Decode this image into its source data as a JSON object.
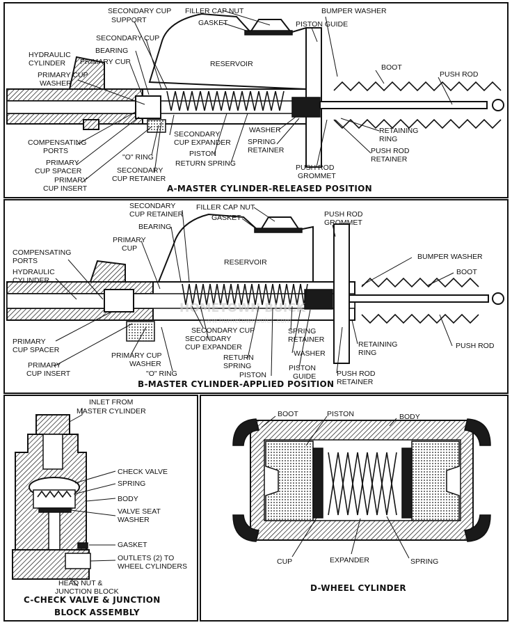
{
  "panel_a": {
    "caption": "A-MASTER CYLINDER-RELEASED POSITION",
    "labels": {
      "filler_cap_nut": "FILLER CAP NUT",
      "gasket": "GASKET",
      "secondary_cup_support_1": "SECONDARY CUP",
      "secondary_cup_support_2": "SUPPORT",
      "secondary_cup": "SECONDARY CUP",
      "bearing": "BEARING",
      "primary_cup": "PRIMARY CUP",
      "hydraulic_cylinder_1": "HYDRAULIC",
      "hydraulic_cylinder_2": "CYLINDER",
      "primary_cup_washer_1": "PRIMARY CUP",
      "primary_cup_washer_2": "WASHER",
      "reservoir": "RESERVOIR",
      "bumper_washer": "BUMPER WASHER",
      "piston_guide": "PISTON GUIDE",
      "boot": "BOOT",
      "push_rod": "PUSH ROD",
      "compensating_ports_1": "COMPENSATING",
      "compensating_ports_2": "PORTS",
      "primary_cup_spacer_1": "PRIMARY",
      "primary_cup_spacer_2": "CUP SPACER",
      "primary_cup_insert_1": "PRIMARY",
      "primary_cup_insert_2": "CUP INSERT",
      "o_ring": "\"O\" RING",
      "secondary_cup_retainer_1": "SECONDARY",
      "secondary_cup_retainer_2": "CUP RETAINER",
      "secondary_cup_expander_1": "SECONDARY",
      "secondary_cup_expander_2": "CUP EXPANDER",
      "piston": "PISTON",
      "return_spring": "RETURN SPRING",
      "washer": "WASHER",
      "spring_retainer_1": "SPRING",
      "spring_retainer_2": "RETAINER",
      "push_rod_grommet_1": "PUSH ROD",
      "push_rod_grommet_2": "GROMMET",
      "retaining_ring_1": "RETAINING",
      "retaining_ring_2": "RING",
      "push_rod_retainer_1": "PUSH ROD",
      "push_rod_retainer_2": "RETAINER"
    }
  },
  "panel_b": {
    "caption": "B-MASTER CYLINDER-APPLIED POSITION",
    "labels": {
      "secondary_cup_retainer_1": "SECONDARY",
      "secondary_cup_retainer_2": "CUP RETAINER",
      "filler_cap_nut": "FILLER CAP NUT",
      "gasket": "GASKET",
      "bearing": "BEARING",
      "primary_cup_1": "PRIMARY",
      "primary_cup_2": "CUP",
      "push_rod_grommet_1": "PUSH ROD",
      "push_rod_grommet_2": "GROMMET",
      "compensating_ports_1": "COMPENSATING",
      "compensating_ports_2": "PORTS",
      "hydraulic_cylinder_1": "HYDRAULIC",
      "hydraulic_cylinder_2": "CYLINDER",
      "reservoir": "RESERVOIR",
      "bumper_washer": "BUMPER WASHER",
      "boot": "BOOT",
      "primary_cup_spacer_1": "PRIMARY",
      "primary_cup_spacer_2": "CUP SPACER",
      "primary_cup_insert_1": "PRIMARY",
      "primary_cup_insert_2": "CUP INSERT",
      "primary_cup_washer_1": "PRIMARY CUP",
      "primary_cup_washer_2": "WASHER",
      "o_ring": "\"O\" RING",
      "secondary_cup": "SECONDARY CUP",
      "secondary_cup_expander_1": "SECONDARY",
      "secondary_cup_expander_2": "CUP EXPANDER",
      "return_spring_1": "RETURN",
      "return_spring_2": "SPRING",
      "piston": "PISTON",
      "spring_retainer_1": "SPRING",
      "spring_retainer_2": "RETAINER",
      "washer": "WASHER",
      "piston_guide_1": "PISTON",
      "piston_guide_2": "GUIDE",
      "push_rod_retainer_1": "PUSH ROD",
      "push_rod_retainer_2": "RETAINER",
      "retaining_ring_1": "RETAINING",
      "retaining_ring_2": "RING",
      "push_rod": "PUSH ROD"
    },
    "watermark": {
      "line1": "HOMETOWN BUICK",
      "line2": "www.hometownbuick.com"
    }
  },
  "panel_c": {
    "caption_1": "C-CHECK VALVE & JUNCTION",
    "caption_2": "BLOCK ASSEMBLY",
    "labels": {
      "inlet_1": "INLET FROM",
      "inlet_2": "MASTER CYLINDER",
      "check_valve": "CHECK VALVE",
      "spring": "SPRING",
      "body": "BODY",
      "valve_seat_washer_1": "VALVE SEAT",
      "valve_seat_washer_2": "WASHER",
      "gasket": "GASKET",
      "outlets_1": "OUTLETS (2) TO",
      "outlets_2": "WHEEL CYLINDERS",
      "head_nut_1": "HEAD NUT &",
      "head_nut_2": "JUNCTION BLOCK"
    }
  },
  "panel_d": {
    "caption": "D-WHEEL CYLINDER",
    "labels": {
      "boot": "BOOT",
      "piston": "PISTON",
      "body": "BODY",
      "cup": "CUP",
      "expander": "EXPANDER",
      "spring": "SPRING"
    }
  }
}
